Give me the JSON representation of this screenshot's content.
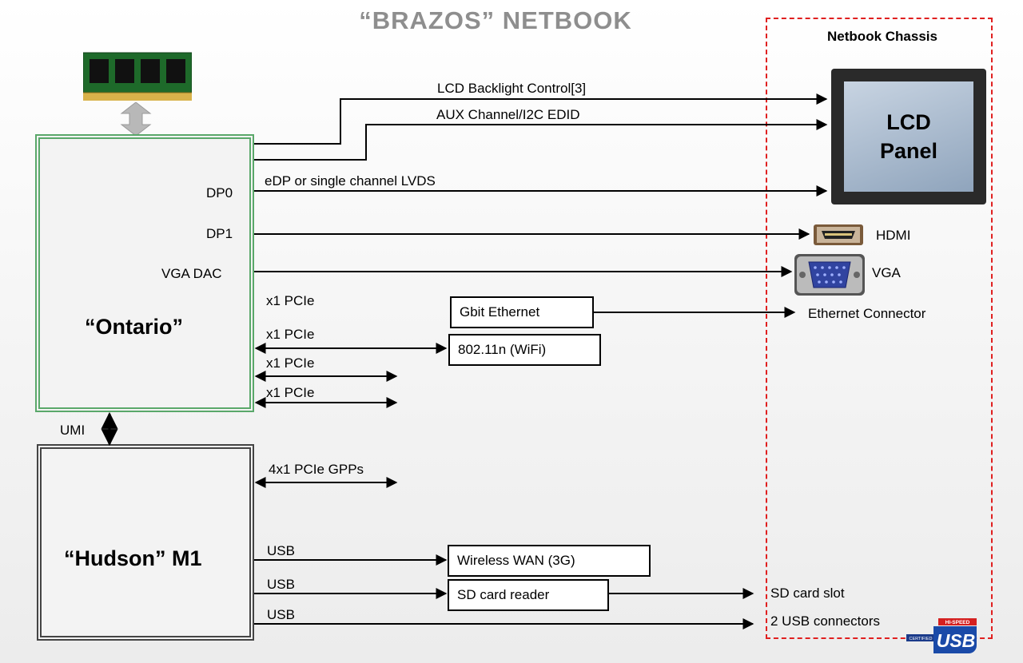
{
  "title": "“BRAZOS” NETBOOK",
  "chassis_label": "Netbook Chassis",
  "chips": {
    "ontario": "“Ontario”",
    "hudson": "“Hudson” M1"
  },
  "ontario_ports": {
    "dp0": "DP0",
    "dp1": "DP1",
    "vga_dac": "VGA DAC"
  },
  "umi": "UMI",
  "signals": {
    "lcd_backlight": "LCD Backlight Control[3]",
    "aux": "AUX Channel/I2C EDID",
    "edp": "eDP or single channel LVDS",
    "pcie1": "x1 PCIe",
    "pcie2": "x1 PCIe",
    "pcie3": "x1 PCIe",
    "pcie4": "x1 PCIe",
    "gpp": "4x1 PCIe GPPs",
    "usb1": "USB",
    "usb2": "USB",
    "usb3": "USB"
  },
  "boxes": {
    "ethernet": "Gbit Ethernet",
    "wifi": "802.11n (WiFi)",
    "wwan": "Wireless WAN (3G)",
    "sd": "SD card reader"
  },
  "lcd_panel": {
    "line1": "LCD",
    "line2": "Panel"
  },
  "connectors": {
    "hdmi": "HDMI",
    "vga": "VGA",
    "ethernet": "Ethernet Connector",
    "sd_slot": "SD card slot",
    "usb": "2 USB connectors"
  },
  "usb_logo": {
    "top": "HI-SPEED",
    "side": "CERTIFIED",
    "main": "USB"
  },
  "colors": {
    "chassis_border": "#e02020",
    "ontario_border": "#5aa86a",
    "title": "#8e8e8e"
  }
}
